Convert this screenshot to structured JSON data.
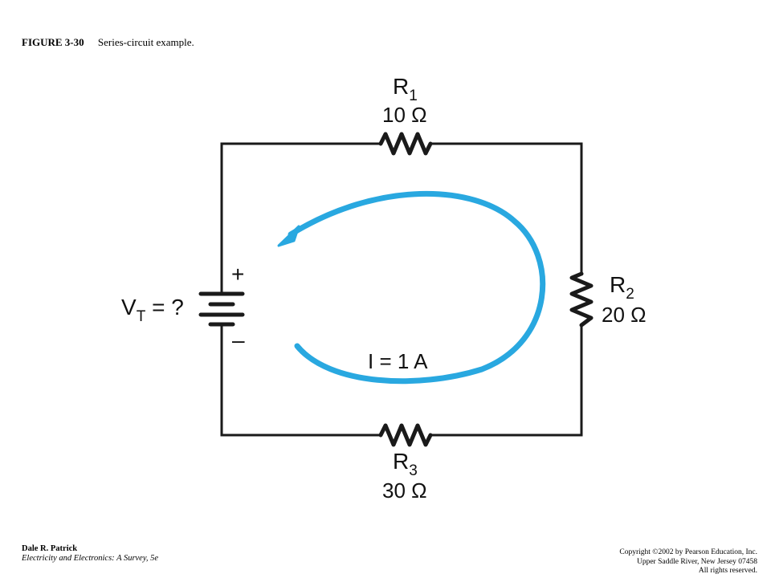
{
  "caption": {
    "figure_number": "FIGURE 3-30",
    "title": "Series-circuit example."
  },
  "circuit": {
    "r1": {
      "letter": "R",
      "subscript": "1",
      "value": "10 Ω"
    },
    "r2": {
      "letter": "R",
      "subscript": "2",
      "value": "20 Ω"
    },
    "r3": {
      "letter": "R",
      "subscript": "3",
      "value": "30 Ω"
    },
    "source": {
      "letter": "V",
      "subscript": "T",
      "rest": " = ?",
      "plus": "+",
      "minus": "–"
    },
    "current": {
      "label": "I = 1 A"
    },
    "colors": {
      "wire": "#1a1a1a",
      "current_arrow": "#29a8e0"
    }
  },
  "footer": {
    "author": "Dale R. Patrick",
    "book": "Electricity and Electronics: A Survey, 5e",
    "copyright_lines": [
      "Copyright ©2002 by Pearson Education, Inc.",
      "Upper Saddle River, New Jersey 07458",
      "All rights reserved."
    ]
  }
}
